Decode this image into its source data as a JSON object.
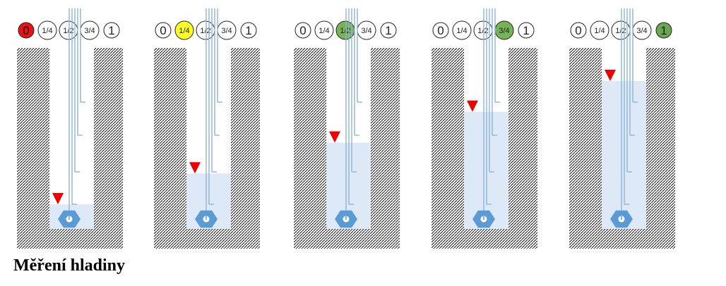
{
  "caption": "Měření hladiny",
  "level_labels": [
    "0",
    "1/4",
    "1/2",
    "3/4",
    "1"
  ],
  "colors": {
    "empty_active": "#ee1111",
    "quarter_active": "#ffff22",
    "half_active": "#77b255",
    "three_quarter_active": "#77b255",
    "full_active": "#6aa84f",
    "water": "#dde9f7",
    "marker": "#ee0000",
    "electrode": "#8fb4d4",
    "nut": "#5b9bd5"
  },
  "diagrams": [
    {
      "active_index": 0,
      "water_level": 0.0
    },
    {
      "active_index": 1,
      "water_level": 0.25
    },
    {
      "active_index": 2,
      "water_level": 0.5
    },
    {
      "active_index": 3,
      "water_level": 0.75
    },
    {
      "active_index": 4,
      "water_level": 1.0
    }
  ],
  "icons": {
    "marker": "triangle-down-icon",
    "sensor": "hex-nut-icon"
  }
}
